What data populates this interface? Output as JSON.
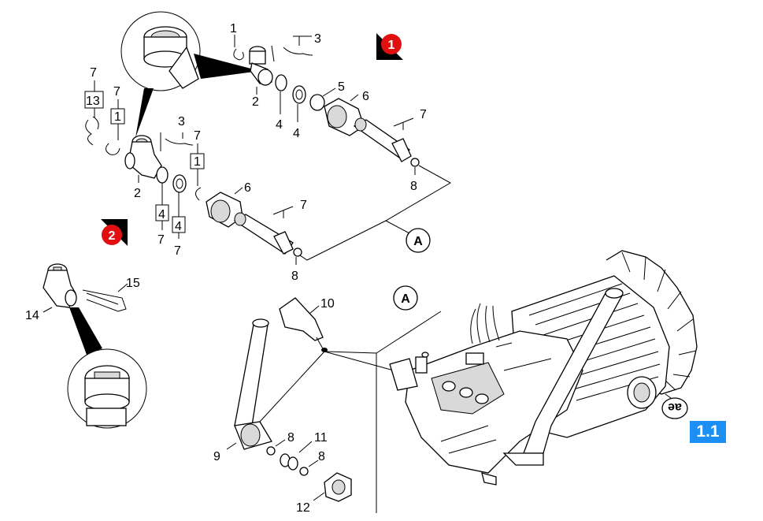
{
  "diagram": {
    "version_badge": "1.1",
    "markers": {
      "variant_1": "1",
      "variant_2": "2"
    },
    "detail_refs": {
      "ref_a_top": "A",
      "ref_a_bottom": "A",
      "ref_ae": "ae"
    },
    "callouts": {
      "v1_p1": "1",
      "v1_p2": "2",
      "v1_p3": "3",
      "v1_p4a": "4",
      "v1_p4b": "4",
      "v1_p5": "5",
      "v1_p6": "6",
      "v1_p7": "7",
      "v1_p8": "8",
      "v2_p7_top": "7",
      "v2_p13": "13",
      "v2_p7_left": "7",
      "v2_p1_left": "1",
      "v2_p3": "3",
      "v2_p7_mid": "7",
      "v2_p1_mid": "1",
      "v2_p2": "2",
      "v2_p6": "6",
      "v2_p7_rod": "7",
      "v2_p4a": "4",
      "v2_p4b": "4",
      "v2_p7a": "7",
      "v2_p7b": "7",
      "v2_p8": "8",
      "p15": "15",
      "p14": "14",
      "p10": "10",
      "p9": "9",
      "p8a": "8",
      "p11": "11",
      "p8b": "8",
      "p12": "12"
    }
  }
}
